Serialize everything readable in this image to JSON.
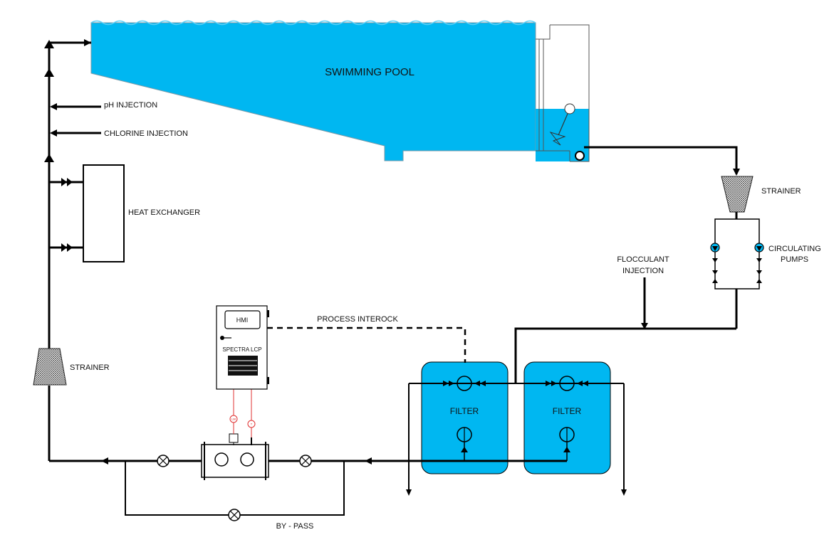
{
  "labels": {
    "pool": "SWIMMING POOL",
    "ph_injection": "pH INJECTION",
    "chlorine_injection": "CHLORINE INJECTION",
    "heat_exchanger": "HEAT EXCHANGER",
    "strainer_right": "STRAINER",
    "strainer_left": "STRAINER",
    "circulating_pumps_1": "CIRCULATING",
    "circulating_pumps_2": "PUMPS",
    "flocculant_1": "FLOCCULANT",
    "flocculant_2": "INJECTION",
    "process_interlock": "PROCESS INTEROCK",
    "hmi": "HMI",
    "controller": "SPECTRA LCP",
    "filter_1": "FILTER",
    "filter_2": "FILTER",
    "bypass": "BY - PASS",
    "sensor_1": "LM",
    "sensor_2": "T"
  },
  "colors": {
    "water": "#00b7f1",
    "pipe": "#000000",
    "signal_wire": "#e03030"
  }
}
